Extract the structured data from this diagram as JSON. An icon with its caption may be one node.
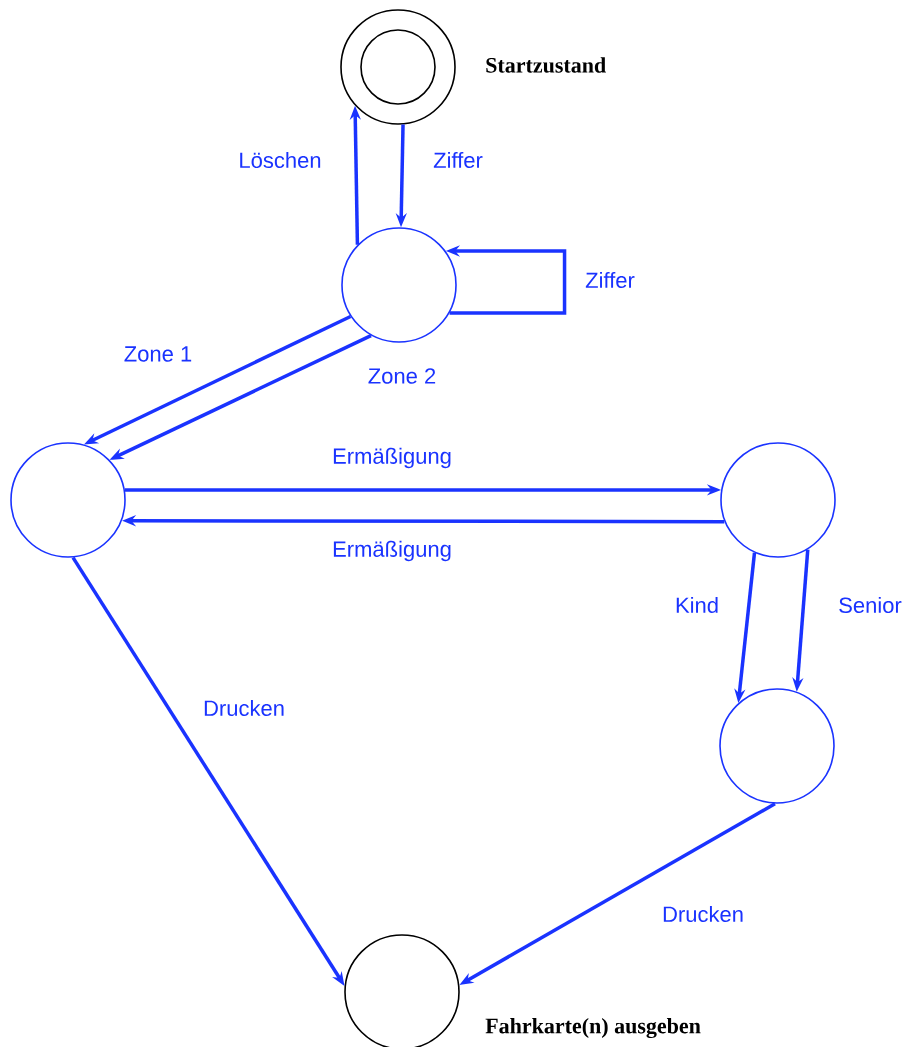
{
  "diagram": {
    "nodes": [
      {
        "text": [],
        "shape": "circle",
        "beside": [
          "Startzustand"
        ]
      },
      {
        "text": [],
        "shape": "circle"
      },
      {
        "text": [],
        "shape": "circle"
      },
      {
        "text": [],
        "shape": "circle"
      },
      {
        "text": [],
        "shape": "circle"
      },
      {
        "text": [],
        "shape": "circle",
        "beside": [
          "Fahrkarte(n) ausgeben"
        ]
      }
    ],
    "edges": [
      {
        "from": 1,
        "to": 0,
        "arrow": "to",
        "label": "Löschen"
      },
      {
        "from": 0,
        "to": 1,
        "arrow": "to",
        "label": "Ziffer"
      },
      {
        "from": 1,
        "to": 1,
        "arrow": "to",
        "label": "Ziffer"
      },
      {
        "from": 1,
        "to": 2,
        "arrow": "to",
        "label": "Zone 1"
      },
      {
        "from": 1,
        "to": 2,
        "arrow": "to",
        "label": "Zone 2"
      },
      {
        "from": 2,
        "to": 3,
        "arrow": "to",
        "label": "Ermäßigung"
      },
      {
        "from": 3,
        "to": 2,
        "arrow": "to",
        "label": "Ermäßigung"
      },
      {
        "from": 3,
        "to": 4,
        "arrow": "to",
        "label": "Kind"
      },
      {
        "from": 3,
        "to": 4,
        "arrow": "to",
        "label": "Senior"
      },
      {
        "from": 2,
        "to": 5,
        "arrow": "to",
        "label": "Drucken"
      },
      {
        "from": 4,
        "to": 5,
        "arrow": "to",
        "label": "Drucken"
      }
    ]
  }
}
